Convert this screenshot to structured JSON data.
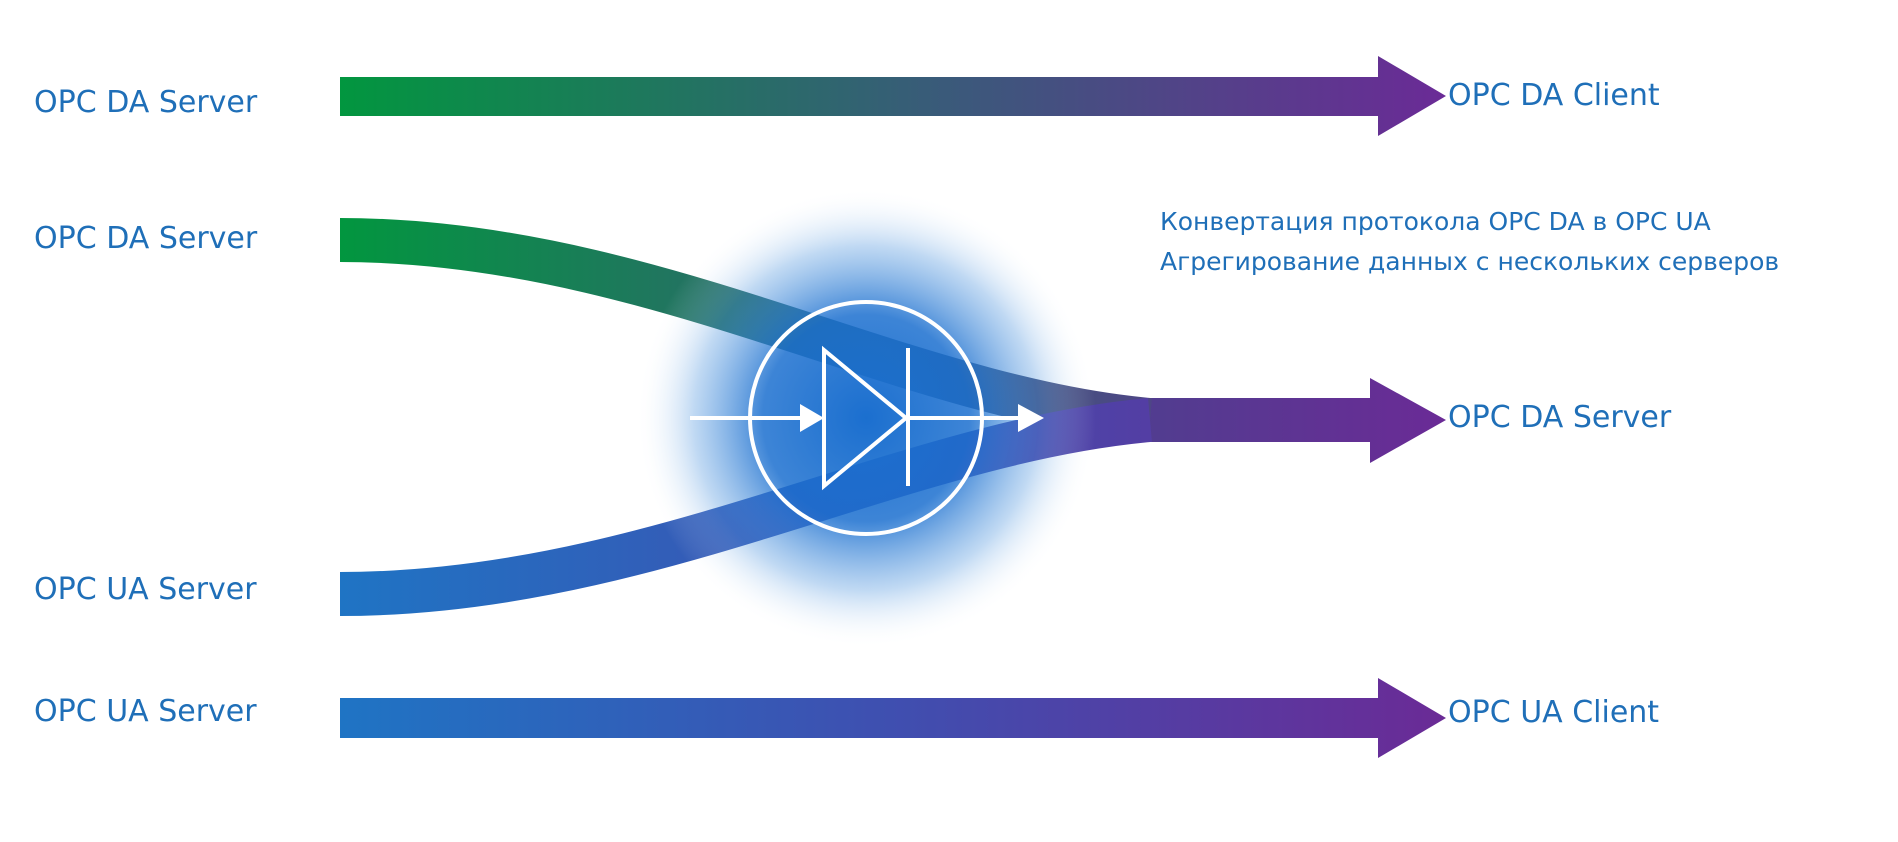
{
  "sources": [
    {
      "label": "OPC DA Server"
    },
    {
      "label": "OPC DA Server"
    },
    {
      "label": "OPC UA Server"
    },
    {
      "label": "OPC UA Server"
    }
  ],
  "targets": [
    {
      "label": "OPC DA Client"
    },
    {
      "label": "OPC DA Server"
    },
    {
      "label": "OPC UA Client"
    }
  ],
  "notes": [
    "Конвертация протокола OPC DA в OPC UA",
    "Агрегирование данных с нескольких серверов"
  ],
  "colors": {
    "da_green": "#02963f",
    "ua_blue": "#1f74c4",
    "purple": "#6a2b96",
    "label_blue": "#1f6fb8",
    "glow_blue": "#1b6fcf"
  },
  "icons": {
    "converter": "diode-converter-icon"
  }
}
